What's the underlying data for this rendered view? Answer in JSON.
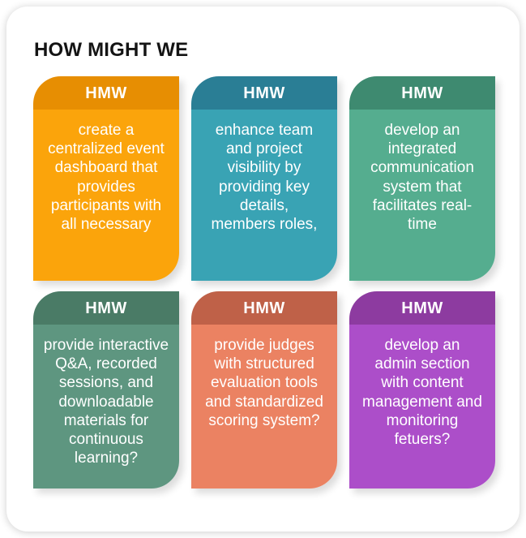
{
  "page": {
    "title": "HOW MIGHT WE"
  },
  "cards": [
    {
      "label": "HMW",
      "text": "create a\ncentralized event\ndashboard that\nprovides\nparticipants with\nall necessary",
      "header_color": "#E78E02",
      "body_color": "#FBA40B"
    },
    {
      "label": "HMW",
      "text": "enhance team\nand project\nvisibility by\nproviding key\ndetails,\nmembers roles,",
      "header_color": "#2A7E95",
      "body_color": "#39A3B4"
    },
    {
      "label": "HMW",
      "text": "develop an\nintegrated\ncommunication\nsystem that\nfacilitates real-\ntime",
      "header_color": "#3E8A70",
      "body_color": "#55AD8F"
    },
    {
      "label": "HMW",
      "text": "provide interactive\nQ&A, recorded\nsessions, and\ndownloadable\nmaterials for\ncontinuous\nlearning?",
      "header_color": "#4A7B66",
      "body_color": "#5E9680"
    },
    {
      "label": "HMW",
      "text": "provide judges\nwith structured\nevaluation tools\nand standardized\nscoring system?",
      "header_color": "#BF6148",
      "body_color": "#EB8262"
    },
    {
      "label": "HMW",
      "text": "develop an\nadmin section\nwith content\nmanagement and\nmonitoring\nfetuers?",
      "header_color": "#8D3BA0",
      "body_color": "#AC4EC9"
    }
  ]
}
